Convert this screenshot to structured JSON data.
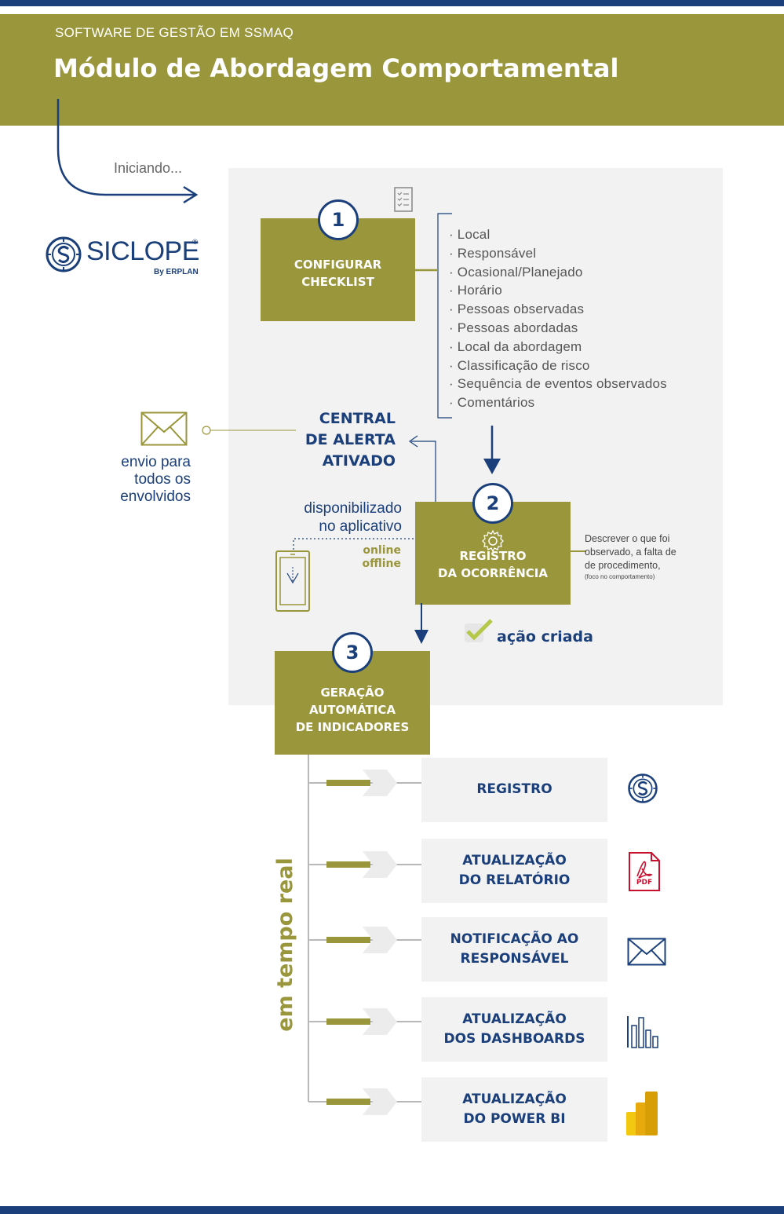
{
  "header": {
    "subtitle": "SOFTWARE DE GESTÃO EM SSMAQ",
    "title": "Módulo de Abordagem Comportamental"
  },
  "start_label": "Iniciando...",
  "logo": {
    "name": "SICLOPE",
    "reg": "®",
    "by": "By ERPLAN",
    "icon": "siclope-logo-icon"
  },
  "step1": {
    "number": "1",
    "label_line1": "CONFIGURAR",
    "label_line2": "CHECKLIST",
    "icon": "checklist-icon",
    "items": [
      "· Local",
      "· Responsável",
      "· Ocasional/Planejado",
      "· Horário",
      "· Pessoas observadas",
      "· Pessoas abordadas",
      "· Local da abordagem",
      "· Classificação de risco",
      "· Sequência de eventos observados",
      "· Comentários"
    ]
  },
  "alert": {
    "line1": "CENTRAL",
    "line2": "DE ALERTA",
    "line3": "ATIVADO",
    "mail_line1": "envio para",
    "mail_line2": "todos os",
    "mail_line3": "envolvidos"
  },
  "app": {
    "line1": "disponibilizado",
    "line2": "no aplicativo",
    "online": "online",
    "offline": "offline"
  },
  "step2": {
    "number": "2",
    "label_line1": "REGISTRO",
    "label_line2": "DA OCORRÊNCIA",
    "icon": "gear-icon",
    "note_line1": "Descrever o que foi",
    "note_line2": "observado, a falta de",
    "note_line3": "de procedimento,",
    "note_small": "(foco no comportamento)"
  },
  "action": {
    "label": "ação criada"
  },
  "step3": {
    "number": "3",
    "label_line1": "GERAÇÃO",
    "label_line2": "AUTOMÁTICA",
    "label_line3": "DE INDICADORES"
  },
  "realtime": "em tempo real",
  "outputs": [
    {
      "line1": "REGISTRO",
      "line2": "",
      "icon": "siclope-icon"
    },
    {
      "line1": "ATUALIZAÇÃO",
      "line2": "DO RELATÓRIO",
      "icon": "pdf-icon",
      "icon_text": "PDF"
    },
    {
      "line1": "NOTIFICAÇÃO AO",
      "line2": "RESPONSÁVEL",
      "icon": "envelope-icon"
    },
    {
      "line1": "ATUALIZAÇÃO",
      "line2": "DOS DASHBOARDS",
      "icon": "bar-chart-icon"
    },
    {
      "line1": "ATUALIZAÇÃO",
      "line2": "DO POWER BI",
      "icon": "power-bi-icon"
    }
  ],
  "colors": {
    "olive": "#9a963c",
    "navy": "#1a3f7a",
    "panel": "#f2f2f2",
    "pdf_red": "#c8102e"
  }
}
